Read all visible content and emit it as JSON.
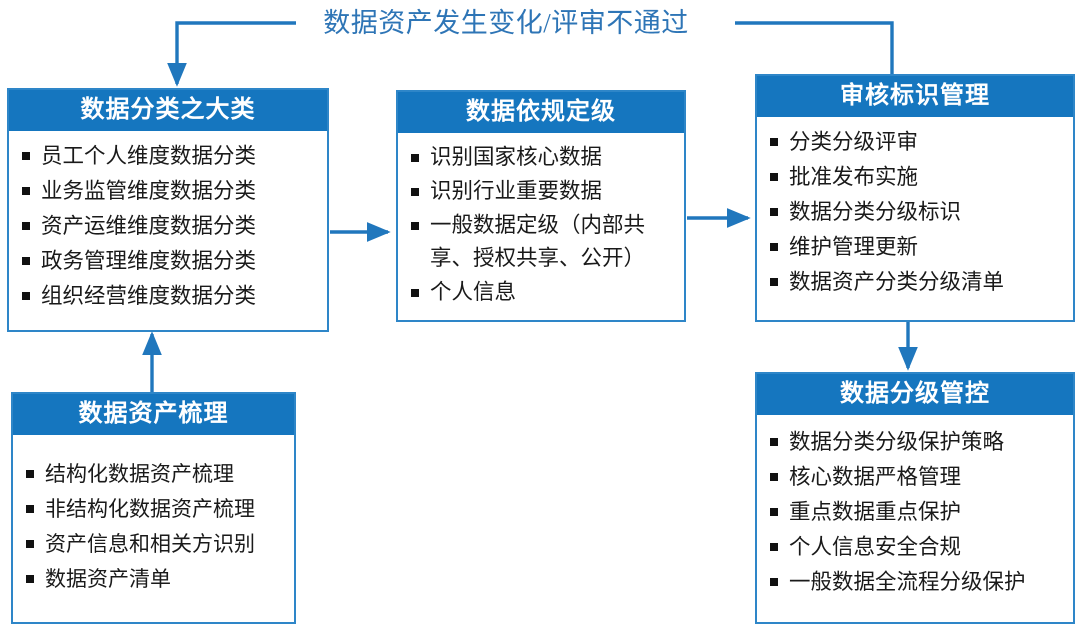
{
  "diagram": {
    "feedback_label": "数据资产发生变化/评审不通过",
    "accent_color": "#1576bf",
    "border_color": "#2e86c8",
    "label_color": "#2e75b6",
    "arrow_color": "#2077bd",
    "boxes": {
      "classification": {
        "title": "数据分类之大类",
        "items": [
          "员工个人维度数据分类",
          "业务监管维度数据分类",
          "资产运维维度数据分类",
          "政务管理维度数据分类",
          "组织经营维度数据分类"
        ]
      },
      "grading": {
        "title": "数据依规定级",
        "items": [
          "识别国家核心数据",
          "识别行业重要数据",
          "一般数据定级（内部共享、授权共享、公开）",
          "个人信息"
        ]
      },
      "review": {
        "title": "审核标识管理",
        "items": [
          "分类分级评审",
          "批准发布实施",
          "数据分类分级标识",
          "维护管理更新",
          "数据资产分类分级清单"
        ]
      },
      "inventory": {
        "title": "数据资产梳理",
        "items": [
          "结构化数据资产梳理",
          "非结构化数据资产梳理",
          "资产信息和相关方识别",
          "数据资产清单"
        ]
      },
      "control": {
        "title": "数据分级管控",
        "items": [
          "数据分类分级保护策略",
          "核心数据严格管理",
          "重点数据重点保护",
          "个人信息安全合规",
          "一般数据全流程分级保护"
        ]
      }
    },
    "connectors": [
      {
        "name": "inventory-to-classification",
        "from": "inventory",
        "to": "classification"
      },
      {
        "name": "classification-to-grading",
        "from": "classification",
        "to": "grading"
      },
      {
        "name": "grading-to-review",
        "from": "grading",
        "to": "review"
      },
      {
        "name": "review-to-control",
        "from": "review",
        "to": "control"
      },
      {
        "name": "review-to-classification-feedback",
        "from": "review",
        "to": "classification"
      }
    ]
  }
}
